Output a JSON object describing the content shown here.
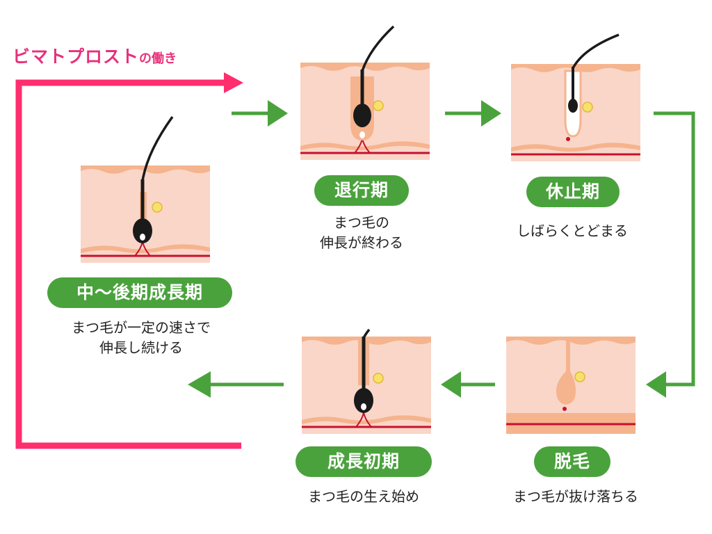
{
  "title": {
    "main": "ビマトプロスト",
    "sub": "の働き"
  },
  "colors": {
    "flow_green": "#4aa23c",
    "drug_pink": "#ff2e6e",
    "skin": "#f9d6c8",
    "skin_edge": "#f5b48e",
    "blood_vessel": "#c8102e",
    "hair": "#1a1a1a",
    "gland": "#f6e26a"
  },
  "stages": [
    {
      "id": "mid-late-growth",
      "label": "中〜後期成長期",
      "desc": [
        "まつ毛が一定の速さで",
        "伸長し続ける"
      ]
    },
    {
      "id": "regression",
      "label": "退行期",
      "desc": [
        "まつ毛の",
        "伸長が終わる"
      ]
    },
    {
      "id": "resting",
      "label": "休止期",
      "desc": [
        "しばらくとどまる"
      ]
    },
    {
      "id": "shedding",
      "label": "脱毛",
      "desc": [
        "まつ毛が抜け落ちる"
      ]
    },
    {
      "id": "early-growth",
      "label": "成長初期",
      "desc": [
        "まつ毛の生え始め"
      ]
    }
  ]
}
